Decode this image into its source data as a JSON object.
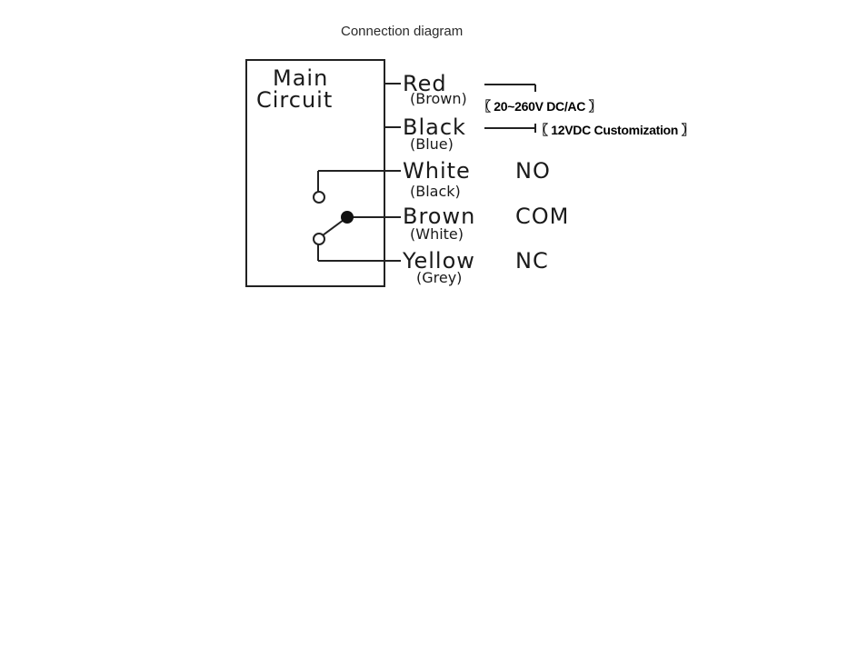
{
  "title": "Connection diagram",
  "box": {
    "line1": "Main",
    "line2": "Circuit"
  },
  "wires": [
    {
      "name": "Red",
      "alt": "(Brown)"
    },
    {
      "name": "Black",
      "alt": "(Blue)"
    },
    {
      "name": "White",
      "alt": "(Black)",
      "terminal": "NO"
    },
    {
      "name": "Brown",
      "alt": "(White)",
      "terminal": "COM"
    },
    {
      "name": "Yellow",
      "alt": "(Grey)",
      "terminal": "NC"
    }
  ],
  "notes": {
    "supply": "〖 20~260V DC/AC 〗",
    "custom": "〖 12VDC Customization 〗"
  }
}
